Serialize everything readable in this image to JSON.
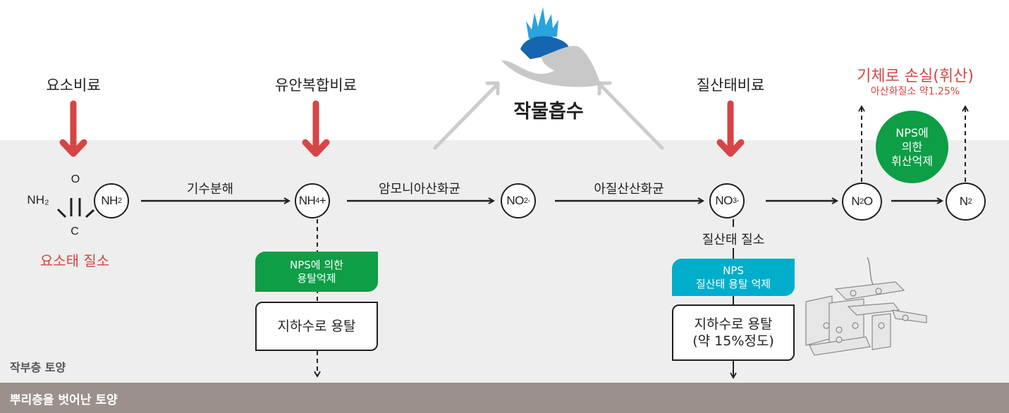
{
  "colors": {
    "fertilizer_arrow": "#d64545",
    "nps_green": "#0d9e46",
    "nps_cyan": "#00aecb",
    "loss_red": "#d64545",
    "topsoil": "#edeeed",
    "subsoil": "#9b908c",
    "uptake_arrow": "#cccccc",
    "hand": "#c8c8c8",
    "flame_light": "#29a3dd",
    "flame_dark": "#1565b0"
  },
  "crop_uptake": {
    "label": "작물흡수",
    "icon": "hand-with-plant-icon"
  },
  "fertilizers": [
    {
      "label": "요소비료"
    },
    {
      "label": "유안복합비료"
    },
    {
      "label": "질산태비료"
    }
  ],
  "urea": {
    "formula_top": "O",
    "formula_left": "NH₂",
    "formula_bottom": "C",
    "node": "NH2",
    "caption": "요소태 질소"
  },
  "nodes": {
    "nh2": {
      "main": "NH",
      "sub": "2",
      "sup": ""
    },
    "nh4": {
      "main": "NH",
      "sub": "4",
      "tail": "+"
    },
    "no2": {
      "main": "NO",
      "sub": "2",
      "sup": "-"
    },
    "no3": {
      "main": "NO",
      "sub": "3",
      "sup": "-"
    },
    "n2o": {
      "main": "N",
      "sub": "2",
      "tail": "O"
    },
    "n2": {
      "main": "N",
      "sub": "2"
    }
  },
  "processes": {
    "hydrolysis": "기수분해",
    "ammonia_oxidizer": "암모니아산화균",
    "nitrite_oxidizer": "아질산산화균"
  },
  "nitrate_caption": "질산태 질소",
  "leaching_ammonium": {
    "nps_label_line1": "NPS에 의한",
    "nps_label_line2": "용탈억제",
    "result": "지하수로 용탈"
  },
  "leaching_nitrate": {
    "nps_label_line1": "NPS",
    "nps_label_line2": "질산태 용탈 억제",
    "result_line1": "지하수로 용탈",
    "result_line2": "(약 15%정도)"
  },
  "gas_loss": {
    "title": "기체로 손실(휘산)",
    "subtitle": "아산화질소 약1.25%",
    "nps_line1": "NPS에",
    "nps_line2": "의한",
    "nps_line3": "휘산억제"
  },
  "soil_layers": {
    "topsoil": "작부층 토양",
    "subsoil": "뿌리층을 벗어난 토양"
  },
  "illustration": {
    "icon": "clay-mineral-structure-icon"
  }
}
